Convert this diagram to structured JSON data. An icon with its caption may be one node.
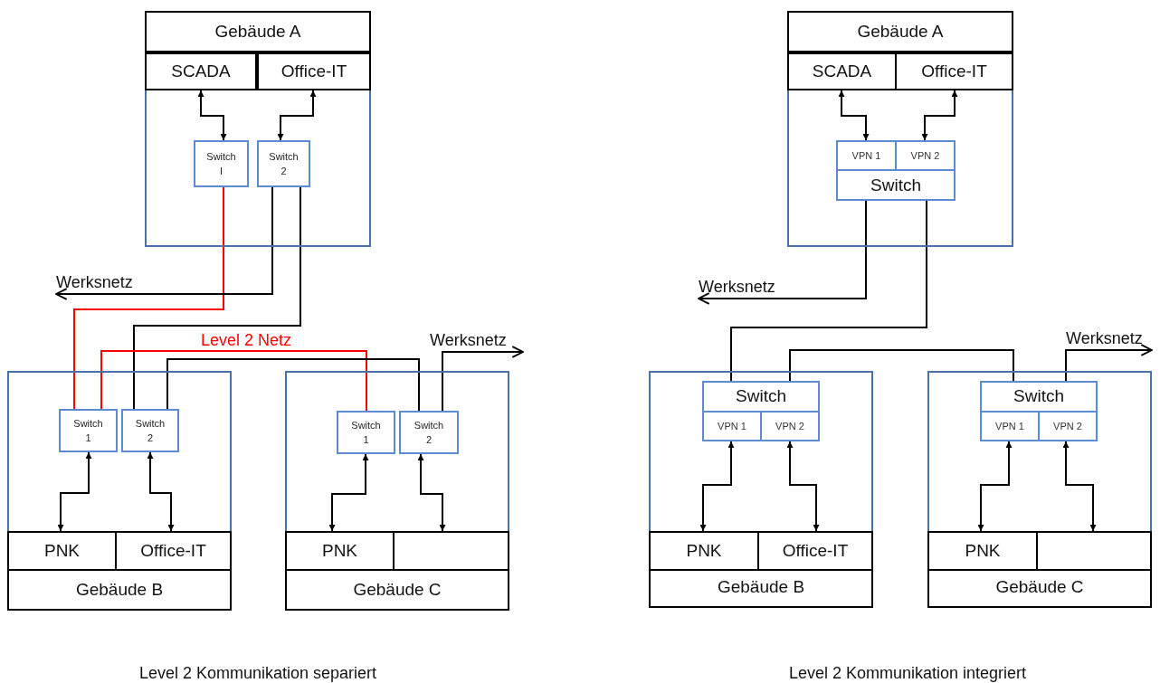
{
  "diagram": {
    "nodes": [
      {
        "text": [
          "Gebäude A"
        ]
      },
      {
        "text": [
          "SCADA"
        ],
        "in": 0
      },
      {
        "text": [
          "Office-IT"
        ],
        "in": 0
      },
      {
        "text": [
          "Switch I"
        ],
        "in": 0
      },
      {
        "text": [
          "Switch 2"
        ],
        "in": 0
      },
      {
        "text": [
          "Gebäude B"
        ]
      },
      {
        "text": [
          "Switch 1"
        ],
        "in": 5
      },
      {
        "text": [
          "Switch 2"
        ],
        "in": 5
      },
      {
        "text": [
          "PNK"
        ],
        "in": 5
      },
      {
        "text": [
          "Office-IT"
        ],
        "in": 5
      },
      {
        "text": [
          "Gebäude C"
        ]
      },
      {
        "text": [
          "Switch 1"
        ],
        "in": 10
      },
      {
        "text": [
          "Switch 2"
        ],
        "in": 10
      },
      {
        "text": [
          "PNK"
        ],
        "in": 10
      },
      {
        "text": [],
        "shape": "box",
        "in": 10
      },
      {
        "text": [
          "Gebäude A"
        ]
      },
      {
        "text": [
          "SCADA"
        ],
        "in": 15
      },
      {
        "text": [
          "Office-IT"
        ],
        "in": 15
      },
      {
        "text": [
          "Switch"
        ],
        "in": 15
      },
      {
        "text": [
          "VPN 1"
        ],
        "in": 18
      },
      {
        "text": [
          "VPN 2"
        ],
        "in": 18
      },
      {
        "text": [
          "Gebäude B"
        ]
      },
      {
        "text": [
          "Switch"
        ],
        "in": 21
      },
      {
        "text": [
          "VPN 1"
        ],
        "in": 22
      },
      {
        "text": [
          "VPN 2"
        ],
        "in": 22
      },
      {
        "text": [
          "PNK"
        ],
        "in": 21
      },
      {
        "text": [
          "Office-IT"
        ],
        "in": 21
      },
      {
        "text": [
          "Gebäude C"
        ]
      },
      {
        "text": [
          "Switch"
        ],
        "in": 27
      },
      {
        "text": [
          "VPN 1"
        ],
        "in": 28
      },
      {
        "text": [
          "VPN 2"
        ],
        "in": 28
      },
      {
        "text": [
          "PNK"
        ],
        "in": 27
      },
      {
        "text": [],
        "shape": "box",
        "in": 27
      },
      {
        "text": [
          "Werksnetz"
        ]
      },
      {
        "text": [
          "Werksnetz"
        ]
      },
      {
        "text": [
          "Werksnetz"
        ]
      },
      {
        "text": [
          "Werksnetz"
        ]
      }
    ],
    "edges": [
      {
        "from": 1,
        "to": 3,
        "arrow": "both"
      },
      {
        "from": 2,
        "to": 4,
        "arrow": "both"
      },
      {
        "from": 3,
        "to": 6,
        "arrow": "none",
        "color": "#ff0000"
      },
      {
        "from": 4,
        "to": 33,
        "arrow": "to"
      },
      {
        "from": 4,
        "to": 7,
        "arrow": "none"
      },
      {
        "from": 6,
        "to": 11,
        "arrow": "none",
        "color": "#ff0000",
        "label": "Level 2 Netz"
      },
      {
        "from": 7,
        "to": 12,
        "arrow": "none"
      },
      {
        "from": 12,
        "to": 35,
        "arrow": "to"
      },
      {
        "from": 6,
        "to": 8,
        "arrow": "both"
      },
      {
        "from": 7,
        "to": 9,
        "arrow": "both"
      },
      {
        "from": 11,
        "to": 13,
        "arrow": "both"
      },
      {
        "from": 12,
        "to": 14,
        "arrow": "both"
      },
      {
        "from": 16,
        "to": 19,
        "arrow": "both"
      },
      {
        "from": 17,
        "to": 20,
        "arrow": "both"
      },
      {
        "from": 18,
        "to": 34,
        "arrow": "to"
      },
      {
        "from": 18,
        "to": 22,
        "arrow": "none"
      },
      {
        "from": 22,
        "to": 28,
        "arrow": "none"
      },
      {
        "from": 28,
        "to": 36,
        "arrow": "to"
      },
      {
        "from": 23,
        "to": 25,
        "arrow": "both"
      },
      {
        "from": 24,
        "to": 26,
        "arrow": "both"
      },
      {
        "from": 29,
        "to": 31,
        "arrow": "both"
      },
      {
        "from": 30,
        "to": 32,
        "arrow": "both"
      }
    ],
    "labels": [
      "Level 2 Kommunikation separiert",
      "Level 2 Kommunikation integriert"
    ]
  }
}
